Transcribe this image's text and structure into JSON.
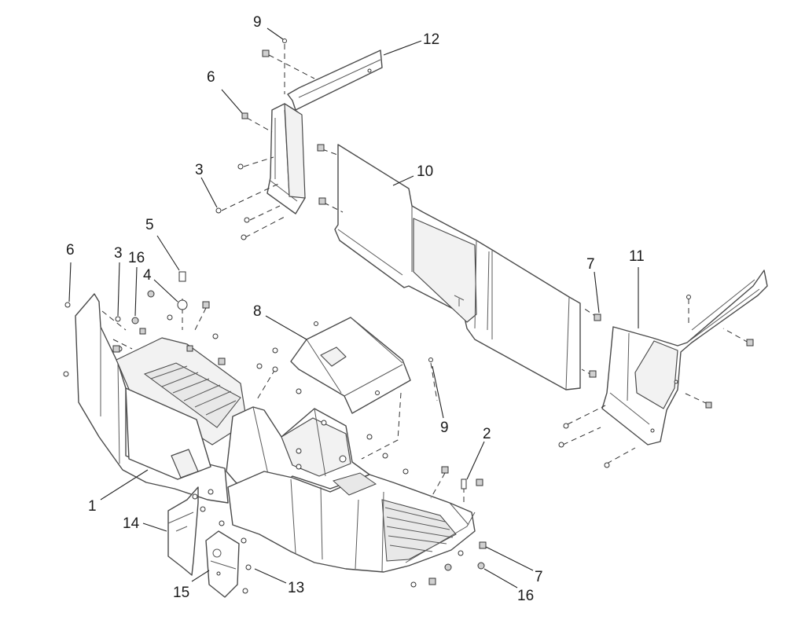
{
  "callouts": [
    {
      "id": "c1",
      "label": "1"
    },
    {
      "id": "c2",
      "label": "2"
    },
    {
      "id": "c3a",
      "label": "3"
    },
    {
      "id": "c3b",
      "label": "3"
    },
    {
      "id": "c4",
      "label": "4"
    },
    {
      "id": "c5",
      "label": "5"
    },
    {
      "id": "c6a",
      "label": "6"
    },
    {
      "id": "c6b",
      "label": "6"
    },
    {
      "id": "c7a",
      "label": "7"
    },
    {
      "id": "c7b",
      "label": "7"
    },
    {
      "id": "c8",
      "label": "8"
    },
    {
      "id": "c9a",
      "label": "9"
    },
    {
      "id": "c9b",
      "label": "9"
    },
    {
      "id": "c10",
      "label": "10"
    },
    {
      "id": "c11",
      "label": "11"
    },
    {
      "id": "c12",
      "label": "12"
    },
    {
      "id": "c13",
      "label": "13"
    },
    {
      "id": "c14",
      "label": "14"
    },
    {
      "id": "c15",
      "label": "15"
    },
    {
      "id": "c16a",
      "label": "16"
    },
    {
      "id": "c16b",
      "label": "16"
    }
  ]
}
